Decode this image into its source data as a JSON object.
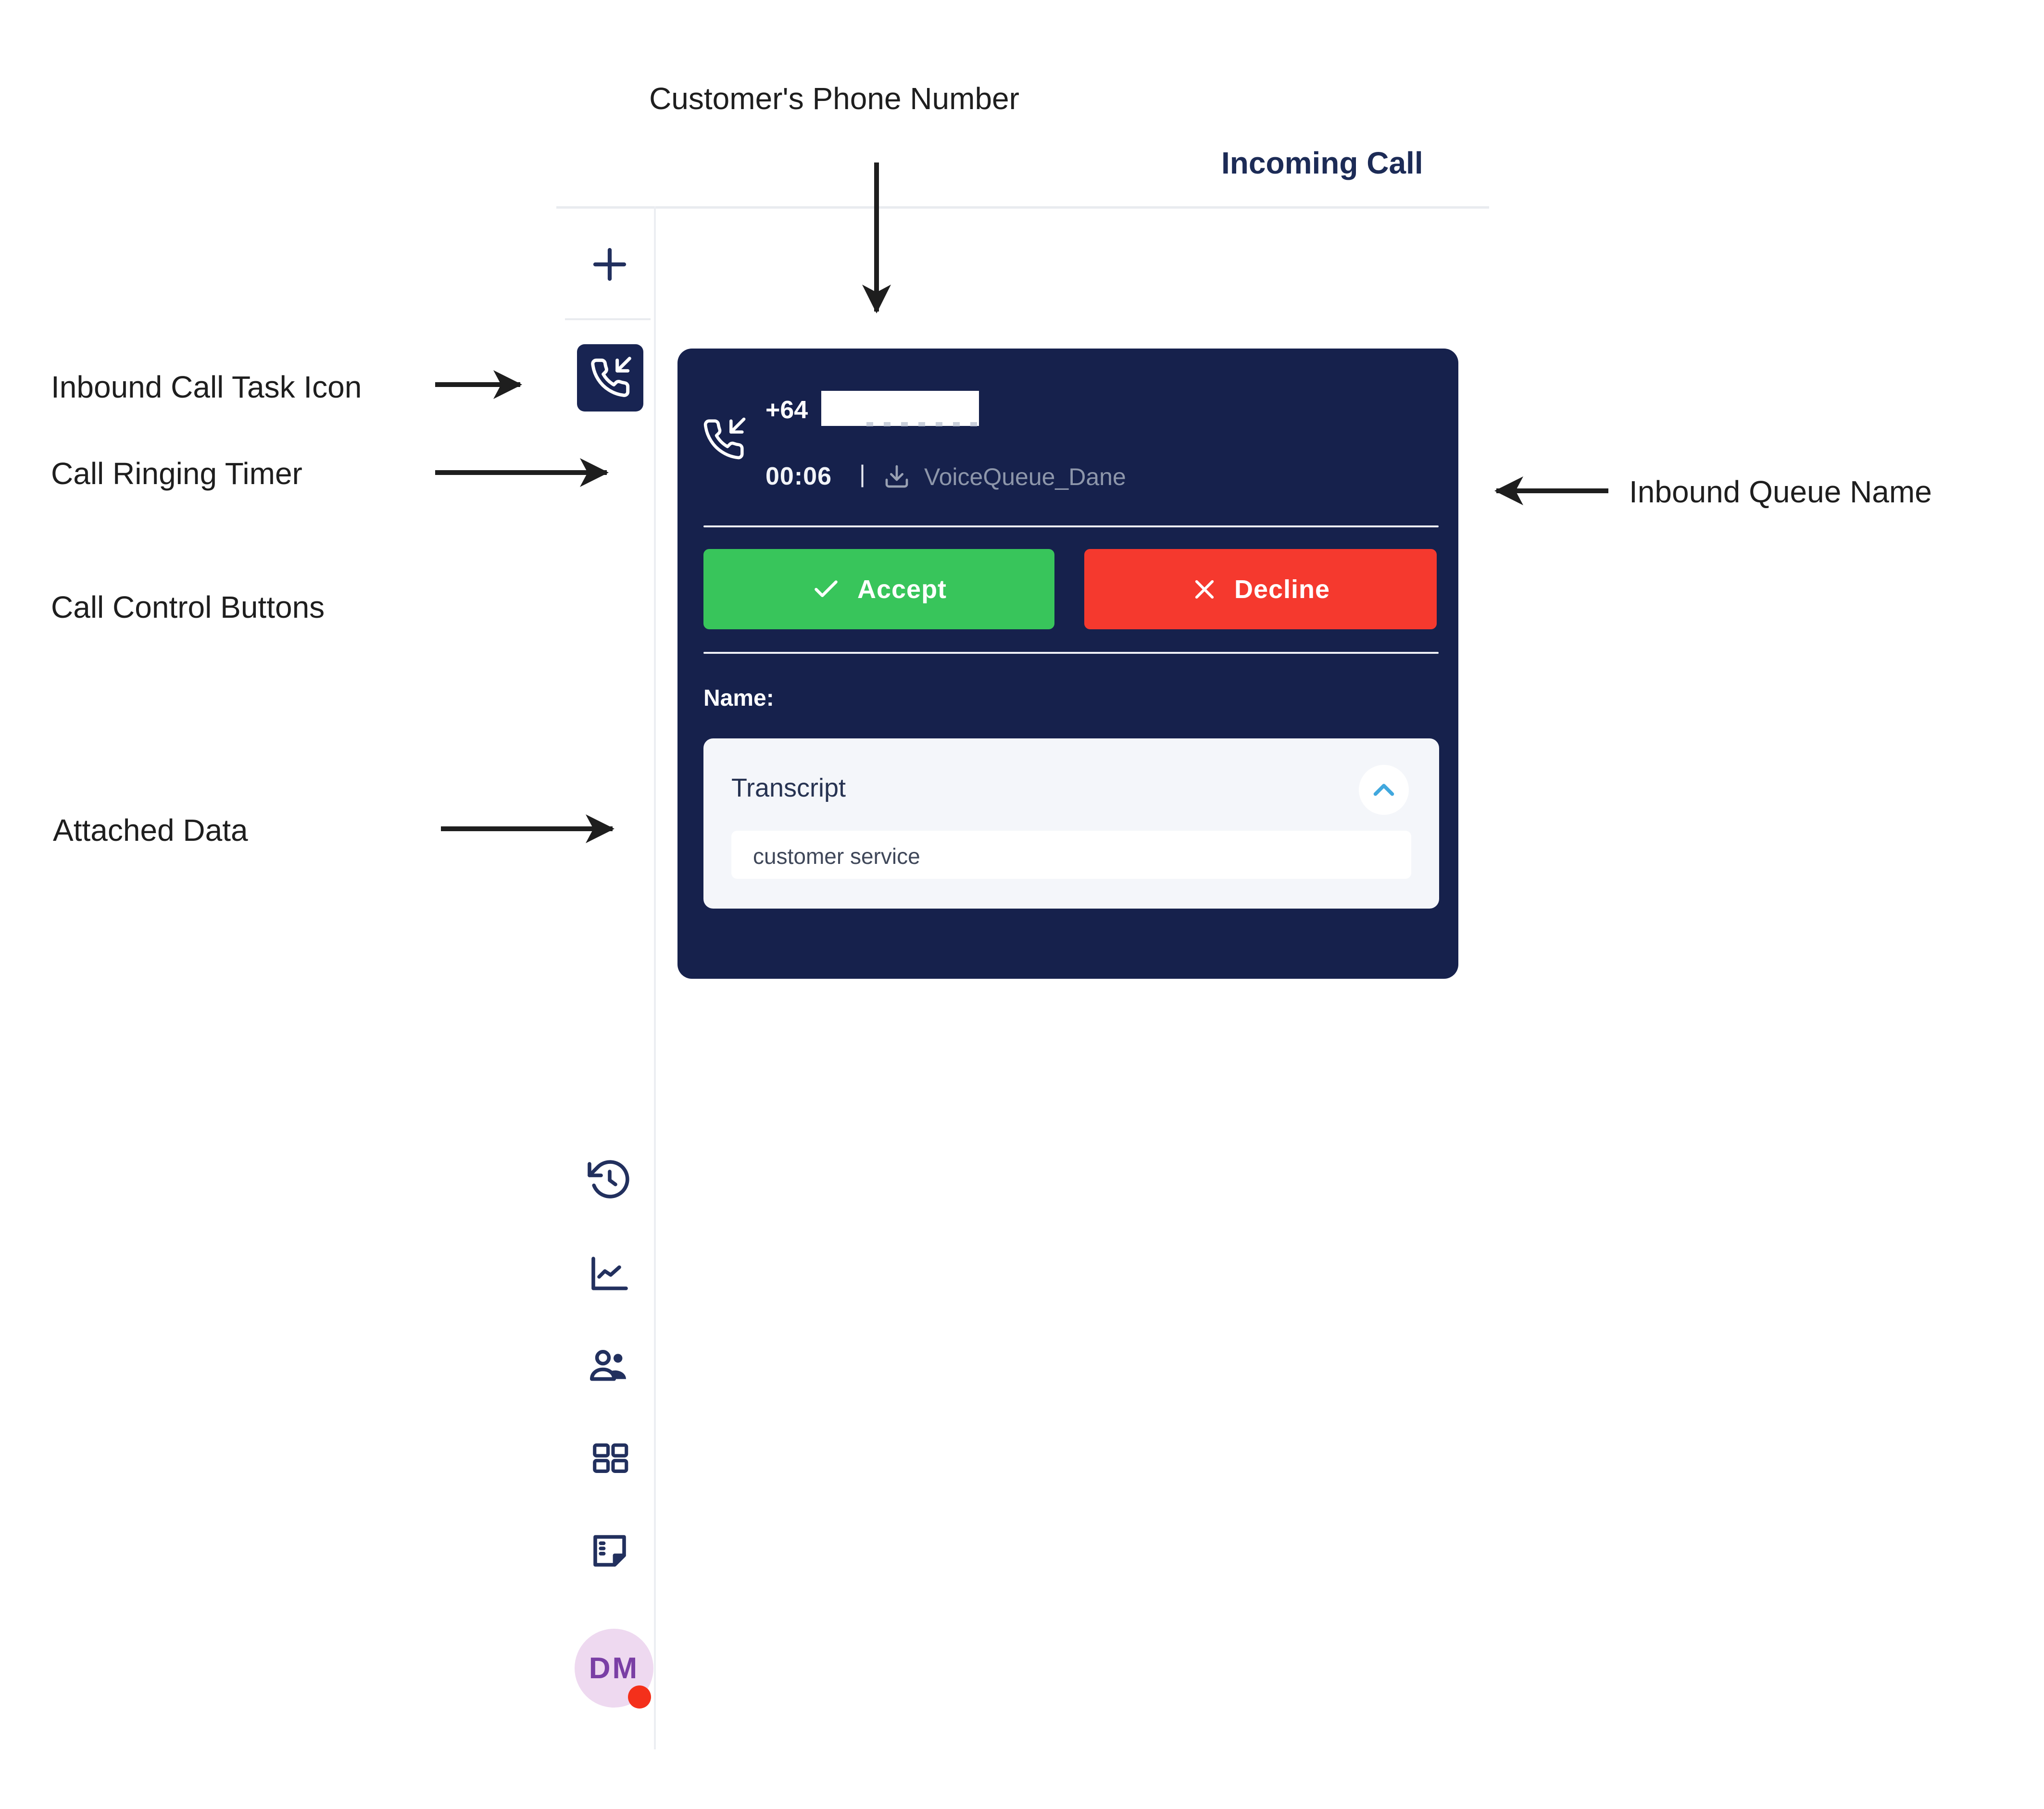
{
  "annotations": {
    "customer_phone": "Customer's Phone Number",
    "inbound_call_task_icon": "Inbound Call Task Icon",
    "call_ringing_timer": "Call Ringing Timer",
    "call_control_buttons": "Call Control Buttons",
    "attached_data": "Attached Data",
    "inbound_queue_name": "Inbound Queue Name"
  },
  "header": {
    "title": "Incoming Call"
  },
  "call_card": {
    "phone_prefix": "+64",
    "ringing_timer": "00:06",
    "separator": "|",
    "queue_name": "VoiceQueue_Dane",
    "accept_label": "Accept",
    "decline_label": "Decline",
    "name_label": "Name:",
    "attached_data": {
      "title": "Transcript",
      "value": "customer service"
    }
  },
  "sidebar": {
    "avatar_initials": "DM",
    "icons": [
      "plus-icon",
      "phone-incoming-icon",
      "history-icon",
      "line-chart-icon",
      "contacts-icon",
      "grid-icon",
      "notes-icon"
    ]
  },
  "card_icons": [
    "phone-incoming-icon",
    "download-icon",
    "check-icon",
    "x-icon",
    "chevron-up-icon"
  ],
  "colors": {
    "card_navy": "#16214c",
    "sidebar_tile_navy": "#182452",
    "icon_navy": "#22305e",
    "accent_green": "#38c55b",
    "accent_red": "#f5392e",
    "chevron_blue": "#41a8de",
    "queue_text_gray": "#8d96aa",
    "avatar_pink": "#eed9f0",
    "avatar_text_purple": "#7a3fa5",
    "status_dot_red": "#f4301b",
    "annotation_black": "#1e1e1e",
    "divider_gray": "#e9ebef"
  }
}
